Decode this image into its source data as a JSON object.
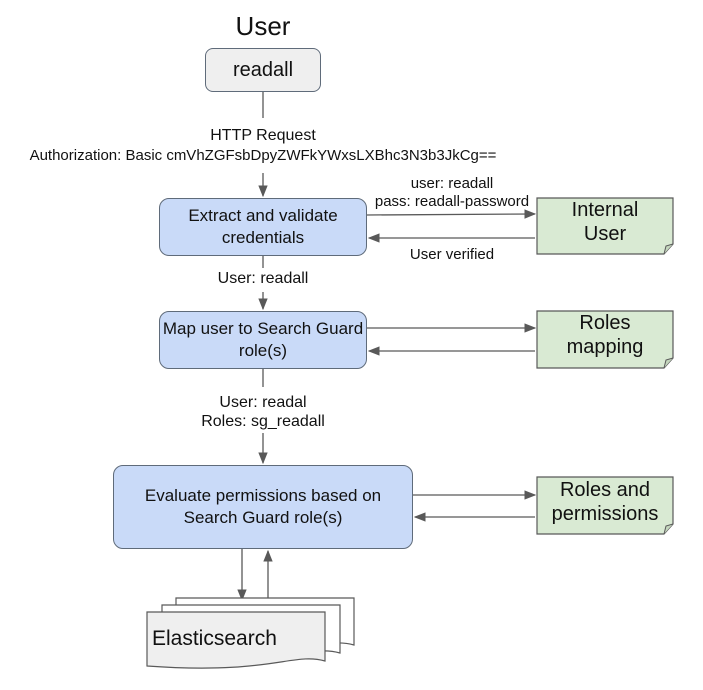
{
  "title": "User",
  "user_node": "readall",
  "request": {
    "line1": "HTTP Request",
    "line2": "Authorization: Basic cmVhZGFsbDpyZWFkYWxsLXBhc3N3b3JkCg=="
  },
  "extract_node": "Extract and validate credentials",
  "credentials_label": {
    "line1": "user: readall",
    "line2": "pass: readall-password"
  },
  "internal_user": "Internal User",
  "user_verified": "User verified",
  "user_after_extract": "User: readall",
  "map_node": "Map user to Search Guard role(s)",
  "roles_mapping": "Roles mapping",
  "user_roles_label": {
    "line1": "User: readal",
    "line2": "Roles: sg_readall"
  },
  "evaluate_node": "Evaluate permissions based on Search Guard role(s)",
  "roles_permissions": "Roles and permissions",
  "elasticsearch": "Elasticsearch",
  "colors": {
    "process_fill": "#c9daf8",
    "note_fill": "#d9ead3",
    "start_fill": "#efefef",
    "stroke": "#595959"
  }
}
